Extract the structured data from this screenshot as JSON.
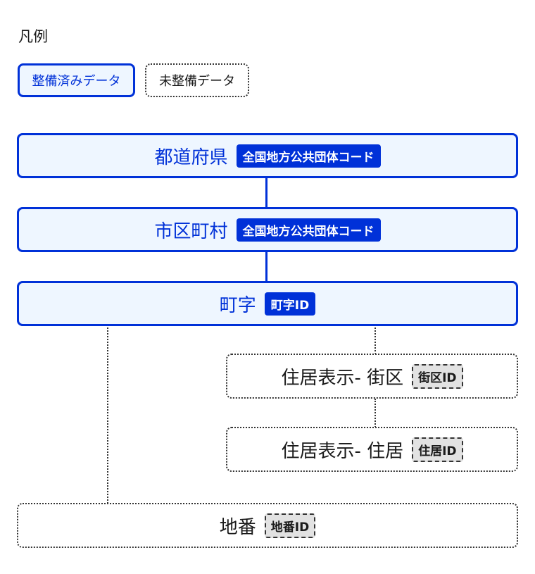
{
  "legend": {
    "title": "凡例",
    "maintained": "整備済みデータ",
    "unmaintained": "未整備データ"
  },
  "nodes": [
    {
      "label": "都道府県",
      "badge": "全国地方公共団体コード",
      "status": "maintained"
    },
    {
      "label": "市区町村",
      "badge": "全国地方公共団体コード",
      "status": "maintained"
    },
    {
      "label": "町字",
      "badge": "町字ID",
      "status": "maintained"
    },
    {
      "label": "住居表示- 街区",
      "badge": "街区ID",
      "status": "unmaintained"
    },
    {
      "label": "住居表示- 住居",
      "badge": "住居ID",
      "status": "unmaintained"
    },
    {
      "label": "地番",
      "badge": "地番ID",
      "status": "unmaintained"
    }
  ],
  "colors": {
    "accent": "#0031d8",
    "maintained_fill": "#eef6ff",
    "unmaintained_badge_fill": "#e2e2e2",
    "text": "#1a1a1a"
  }
}
